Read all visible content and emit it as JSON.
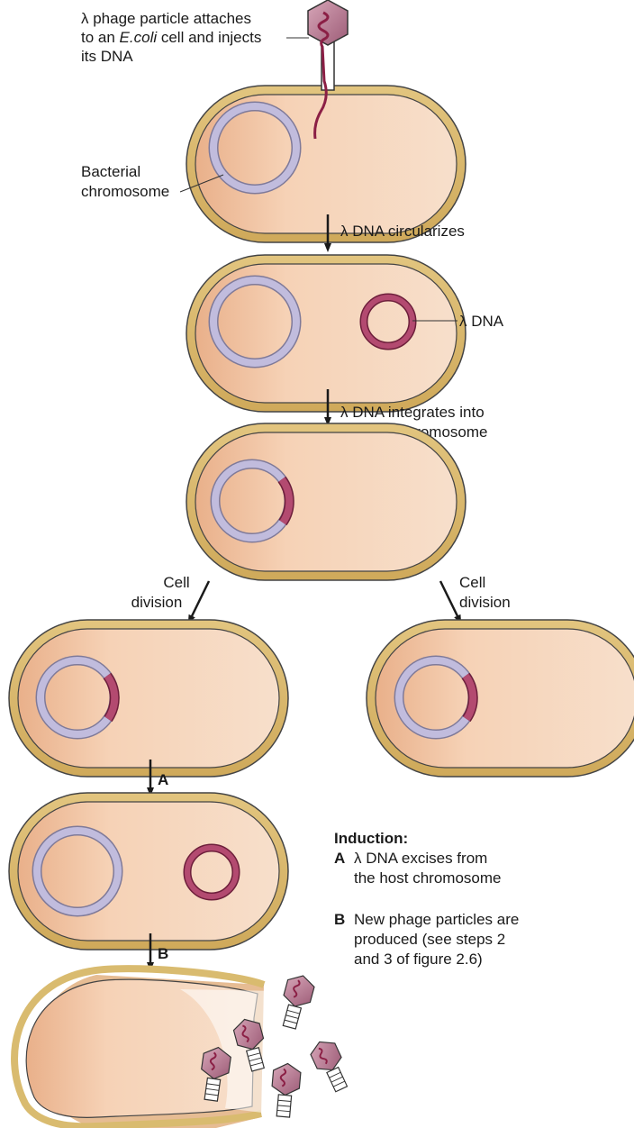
{
  "labels": {
    "infection_line1": "λ phage particle attaches",
    "infection_line2_pre": "to an ",
    "infection_line2_italic": "E.coli",
    "infection_line2_post": " cell and injects",
    "infection_line3": "its DNA",
    "bacterial_chromosome_line1": "Bacterial",
    "bacterial_chromosome_line2": "chromosome",
    "step_circularizes": "λ DNA circularizes",
    "lambda_dna": "λ DNA",
    "step_integrates_line1": "λ DNA integrates into",
    "step_integrates_line2": "the host chromosome",
    "cell_division_left_line1": "Cell",
    "cell_division_left_line2": "division",
    "cell_division_right_line1": "Cell",
    "cell_division_right_line2": "division",
    "arrow_a_letter": "A",
    "arrow_b_letter": "B"
  },
  "legend": {
    "title": "Induction:",
    "items": [
      {
        "letter": "A",
        "line1": "λ DNA excises from",
        "line2": "the host chromosome",
        "line3": ""
      },
      {
        "letter": "B",
        "line1": "New phage particles are",
        "line2": "produced (see steps 2",
        "line3": "and 3 of figure 2.6)"
      }
    ]
  },
  "colors": {
    "cell_wall": "#d9bb6f",
    "cytoplasm": "#f2c7a4",
    "chromosome": "#b9b4d4",
    "lambda_dna": "#a8395f",
    "phage_head": "#b77a92",
    "text": "#1a1a1a"
  },
  "icons": {
    "phage": "phage-particle-icon"
  }
}
